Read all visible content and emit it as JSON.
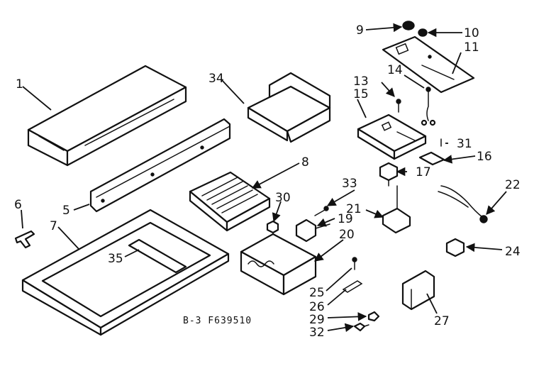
{
  "diagram": {
    "caption": "B-3 F639510",
    "callouts": [
      "1",
      "5",
      "6",
      "7",
      "8",
      "9",
      "10",
      "11",
      "13",
      "14",
      "15",
      "16",
      "17",
      "19",
      "20",
      "21",
      "22",
      "24",
      "25",
      "26",
      "27",
      "29",
      "30",
      "31",
      "32",
      "33",
      "34",
      "35"
    ]
  }
}
